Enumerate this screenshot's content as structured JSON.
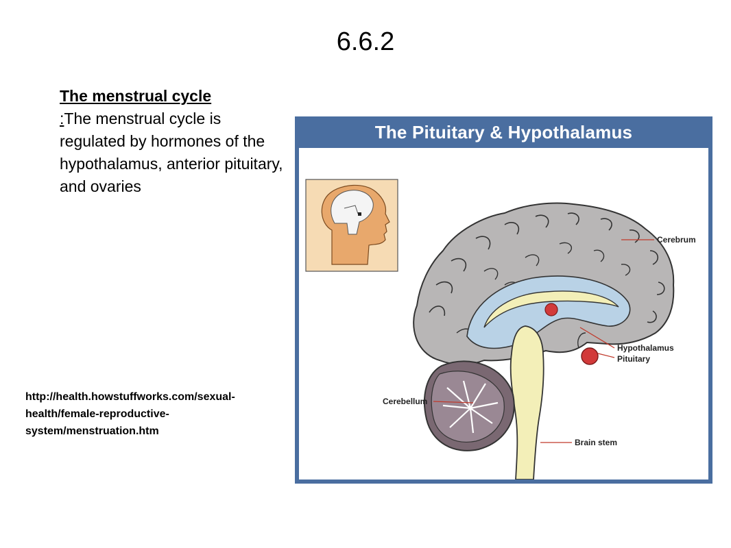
{
  "slide": {
    "title": "6.6.2",
    "heading": "The menstrual cycle",
    "colon": ":",
    "body": "The menstrual cycle is regulated by hormones of the hypothalamus, anterior pituitary, and ovaries",
    "source_url": "http://health.howstuffworks.com/sexual-health/female-reproductive-system/menstruation.htm"
  },
  "figure": {
    "title": "The Pituitary & Hypothalamus",
    "labels": {
      "cerebrum": "Cerebrum",
      "hypothalamus": "Hypothalamus",
      "pituitary": "Pituitary",
      "cerebellum": "Cerebellum",
      "brain_stem": "Brain stem"
    },
    "colors": {
      "header": "#4a6ea0",
      "cortex": "#b8b6b6",
      "ventricle": "#b9d2e6",
      "cerebellum": "#7a6872",
      "brainstem": "#f3efb8",
      "highlight": "#d23a3a",
      "inset_bg": "#f6dbb4",
      "head_skin": "#e8a86c"
    }
  }
}
